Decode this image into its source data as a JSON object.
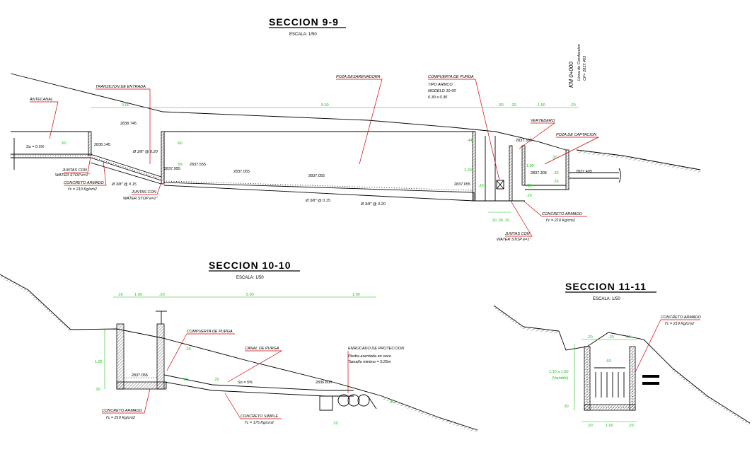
{
  "sections": {
    "s99": {
      "title": "SECCION 9-9",
      "scale": "ESCALA: 1/50",
      "labels": {
        "antecanal": "ANTECANAL",
        "transicion": "TRANSICION DE ENTRADA",
        "poza": "POZA DESARENADORA",
        "compuerta": "COMPUERTA DE PURGA",
        "tipo": "TIPO ARMCO",
        "modelo": "MODELO 10-00",
        "medida": "0.30 x 0.30",
        "km": "KM 0+000",
        "linea": "Linea de Conduccion",
        "cota_km": "CF= 2837.403",
        "vertedero": "VERTEDERO",
        "poza_capt": "POZA DE CAPTACION",
        "so": "So = 0.5%",
        "juntas1a": "JUNTAS CON",
        "juntas1b": "WATER STOP e=1\"",
        "concreto1a": "CONCRETO ARMADO",
        "concreto1b": "f'c = 210 Kg/cm2",
        "juntas2a": "JUNTAS CON",
        "juntas2b": "WATER STOP e=1\"",
        "concreto2a": "CONCRETO ARMADO",
        "concreto2b": "f'c = 210 Kg/cm2",
        "juntas3a": "JUNTAS CON",
        "juntas3b": "WATER STOP e=1\"",
        "fe1": "Ø 3/8\" @ 0.20",
        "fe2": "Ø 3/8\" @ 0.15",
        "fe3": "Ø 3/8\" @ 0.15",
        "fe4": "Ø 3/8\" @ 0.20"
      },
      "elevations": {
        "e1": "2838.745",
        "e2": "2838.145",
        "e3": "2837.555",
        "e4": "2837.955",
        "e5": "2837.055",
        "e6": "2837.055",
        "e7": "2837.055",
        "e8": "2837.305",
        "e9": "2837.305",
        "e10": "2837.405"
      },
      "dims": {
        "d1": "3.00",
        "d2": "9.50",
        "d3": ".30",
        "d4": ".20",
        "d5": "1.50",
        "d6": ".20",
        "d7": ".60",
        "d8": ".60",
        "d9": ".59",
        "d10": ".44",
        "d11": "1.20",
        "d12": "1.00",
        "d13": ".20",
        "d14": ".35",
        "d15": ".20",
        "d16": ".25",
        "d17": ".20",
        "d18": ".35",
        "d19": ".10 .30 .10"
      }
    },
    "s1010": {
      "title": "SECCION 10-10",
      "scale": "ESCALA: 1/50",
      "labels": {
        "compuerta": "COMPUERTA DE PURGA",
        "canal": "CANAL DE PURGA",
        "enrocado": "ENROCADO DE PROTECCION",
        "piedra": "Piedra asentada en seco",
        "tamano": "Tamaño minimo = 0.25m",
        "so": "So = 5%",
        "concreto_a": "CONCRETO ARMADO",
        "concreto_b": "f'c = 210 Kg/cm2",
        "simple_a": "CONCRETO SIMPLE",
        "simple_b": "f'c = 175 Kg/cm2"
      },
      "elevations": {
        "e1": "2837.055",
        "e2": "2836.800"
      },
      "dims": {
        "d1": ".20",
        "d2": "1.00",
        "d3": ".20",
        "d4": "5.00",
        "d5": "1.00",
        "d6": ".20",
        "d7": "1.25",
        "d8": ".30",
        "d9": ".30",
        "d10": ".30",
        "d11": ".20",
        "d12": ".20"
      }
    },
    "s1111": {
      "title": "SECCION 11-11",
      "scale": "ESCALA: 1/50",
      "labels": {
        "concreto_a": "CONCRETO ARMADO",
        "concreto_b": "f'c = 210 Kg/cm2",
        "variable_a": "1.10 a 1.60",
        "variable_b": "(Variable)"
      },
      "dims": {
        "d1": ".20",
        "d2": ".20",
        "d3": ".60",
        "d4": ".20",
        "d5": "1.00",
        "d6": ".20",
        "d7": ".30",
        "d8": ".20"
      }
    }
  },
  "colors": {
    "line": "#000000",
    "dimension": "#17c217",
    "leader": "#d40000"
  }
}
